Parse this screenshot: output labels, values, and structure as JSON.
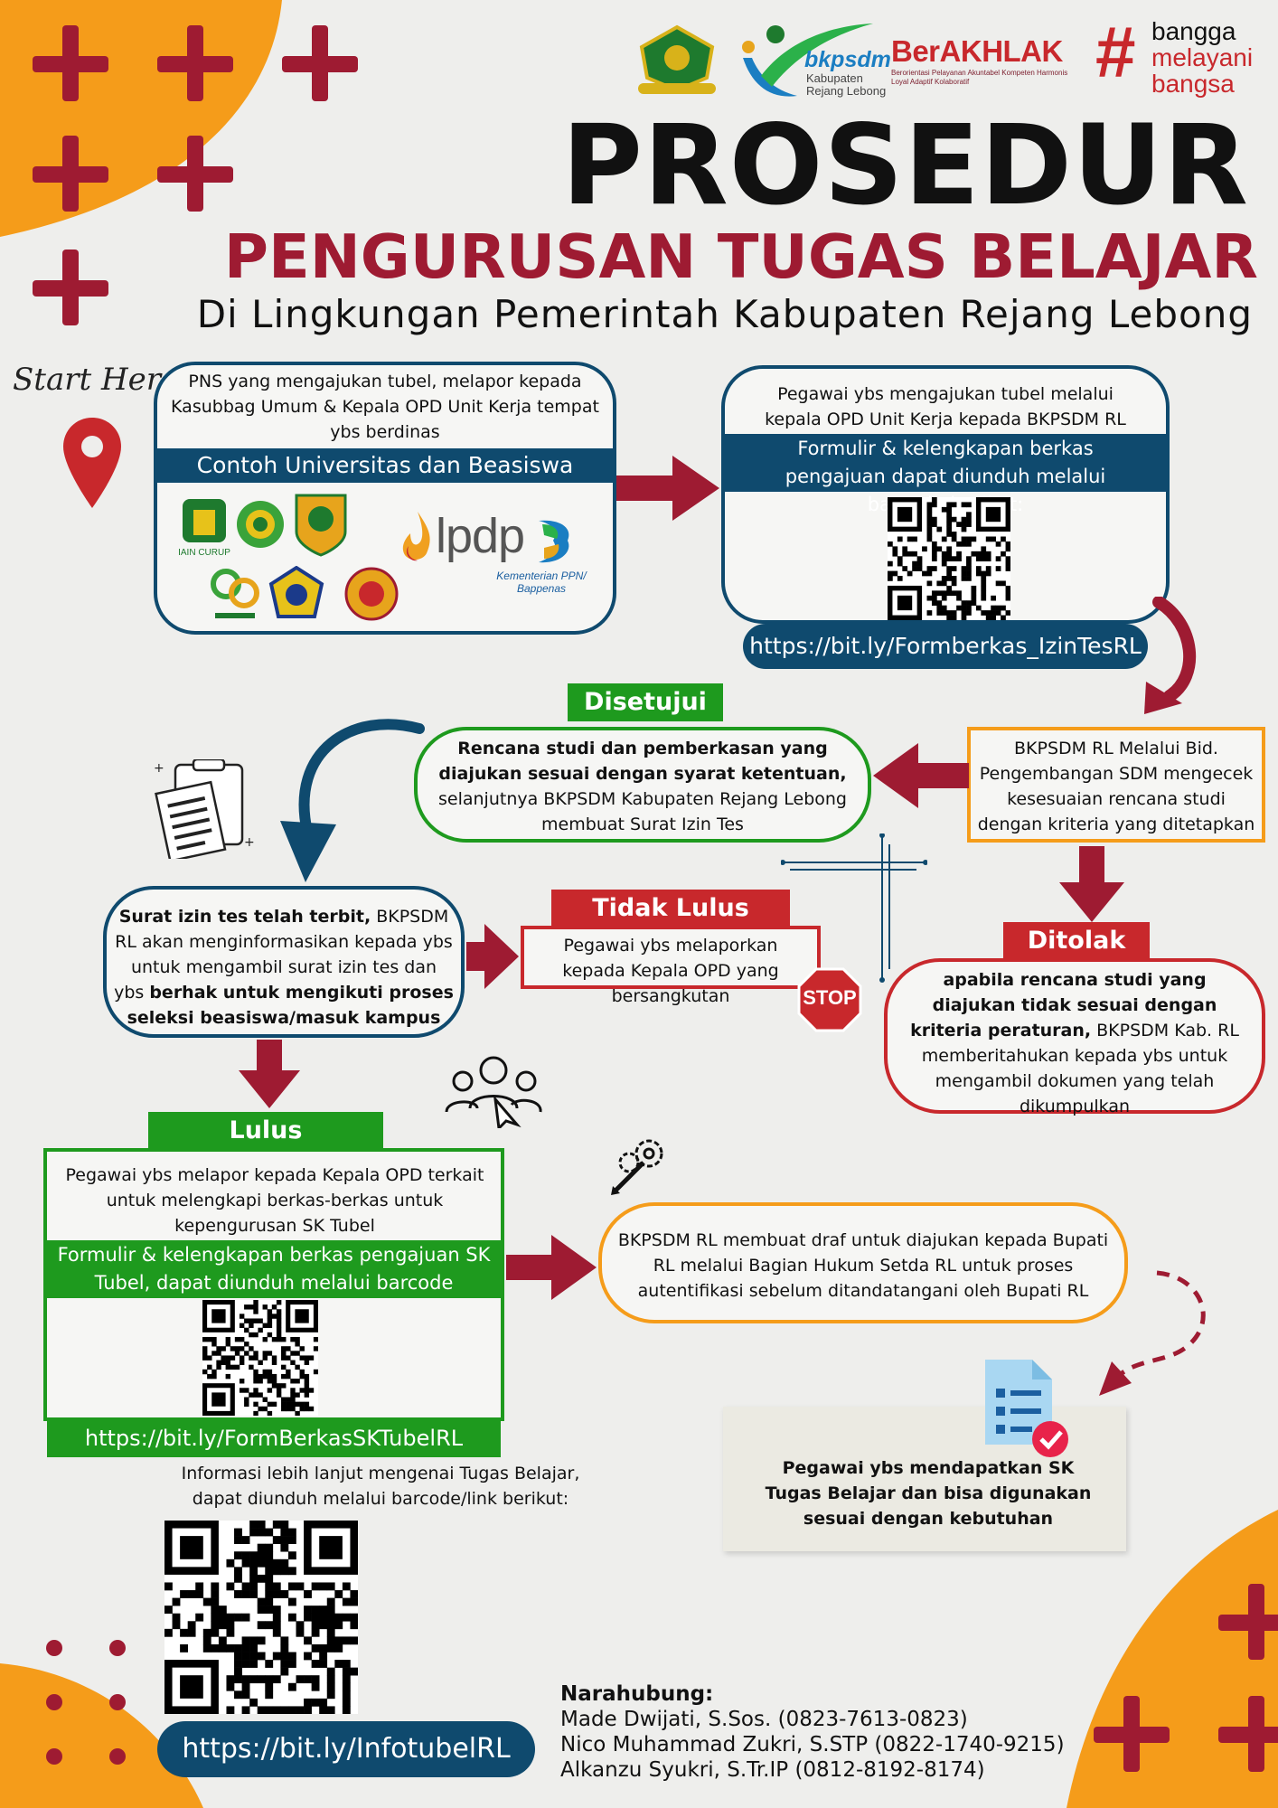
{
  "header": {
    "logos": {
      "kemenag_seal": "Kementerian Agama emblem",
      "bkpsdm_logo": "bkpsdm",
      "bkpsdm_sub": "Kabupaten Rejang Lebong",
      "berakhlak": "BerAKHLAK",
      "berakhlak_sub": "Berorientasi Pelayanan Akuntabel Kompeten Harmonis Loyal Adaptif Kolaboratif",
      "bangga_1": "bangga",
      "bangga_2": "melayani",
      "bangga_3": "bangsa"
    },
    "title": "PROSEDUR",
    "subtitle": "PENGURUSAN TUGAS BELAJAR",
    "subtitle2": "Di Lingkungan Pemerintah Kabupaten Rejang Lebong"
  },
  "start_label": "Start Here!",
  "step1": {
    "text": "PNS yang mengajukan tubel, melapor kepada Kasubbag Umum & Kepala OPD Unit Kerja tempat ybs berdinas",
    "band": "Contoh Universitas dan Beasiswa",
    "lpdp": "lpdp",
    "bappenas": "Kementerian PPN/ Bappenas"
  },
  "step2": {
    "text": "Pegawai ybs mengajukan tubel melalui kepala OPD Unit Kerja kepada BKPSDM RL",
    "band": "Formulir & kelengkapan berkas pengajuan dapat diunduh melalui barcode berikut:",
    "link": "https://bit.ly/Formberkas_IzinTesRL"
  },
  "step3": {
    "text": "BKPSDM RL Melalui Bid. Pengembangan SDM mengecek kesesuaian rencana studi dengan kriteria yang ditetapkan"
  },
  "disetujui": {
    "label": "Disetujui",
    "text_bold": "Rencana studi dan pemberkasan yang diajukan sesuai dengan syarat ketentuan,",
    "text_rest": " selanjutnya BKPSDM Kabupaten Rejang Lebong membuat Surat Izin Tes"
  },
  "ditolak": {
    "label": "Ditolak",
    "text_bold": "apabila rencana studi yang diajukan tidak sesuai dengan kriteria peraturan,",
    "text_rest": " BKPSDM Kab. RL memberitahukan kepada ybs untuk mengambil dokumen yang telah dikumpulkan"
  },
  "izin_tes": {
    "bold1": "Surat izin tes telah terbit,",
    "rest1": " BKPSDM RL akan menginformasikan kepada ybs untuk mengambil surat izin tes dan ybs ",
    "bold2": "berhak untuk mengikuti proses seleksi beasiswa/masuk kampus"
  },
  "tidak_lulus": {
    "label": "Tidak Lulus",
    "text": "Pegawai ybs melaporkan kepada Kepala OPD yang bersangkutan",
    "stop": "STOP"
  },
  "lulus": {
    "label": "Lulus",
    "text": "Pegawai ybs melapor kepada Kepala OPD terkait untuk melengkapi berkas-berkas untuk kepengurusan SK Tubel",
    "band": "Formulir & kelengkapan berkas pengajuan SK Tubel, dapat diunduh melalui barcode berikut:",
    "link": "https://bit.ly/FormBerkasSKTubelRL"
  },
  "draf": {
    "text": "BKPSDM RL membuat draf untuk diajukan kepada Bupati RL melalui Bagian Hukum Setda RL untuk proses autentifikasi sebelum ditandatangani oleh Bupati RL"
  },
  "sk": {
    "text": "Pegawai ybs mendapatkan SK Tugas Belajar dan bisa digunakan sesuai dengan kebutuhan"
  },
  "info": {
    "text": "Informasi lebih lanjut mengenai Tugas Belajar, dapat diunduh melalui barcode/link berikut:",
    "link": "https://bit.ly/InfotubelRL"
  },
  "contacts": {
    "heading": "Narahubung:",
    "list": [
      "Made Dwijati, S.Sos. (0823-7613-0823)",
      "Nico Muhammad Zukri, S.STP (0822-1740-9215)",
      "Alkanzu Syukri, S.Tr.IP (0812-8192-8174)"
    ]
  },
  "colors": {
    "navy": "#0f4a6e",
    "maroon": "#9e1b32",
    "green": "#1e9a1e",
    "orange": "#f59c1a",
    "red": "#c8282c"
  }
}
